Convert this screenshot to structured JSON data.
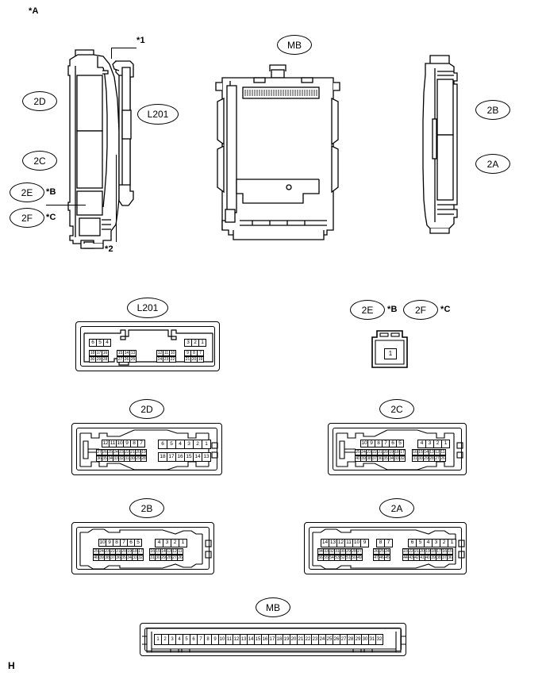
{
  "page": {
    "top_marker": "*A",
    "bottom_marker": "H"
  },
  "top_view": {
    "callouts": [
      {
        "id": "star1",
        "label": "*1"
      },
      {
        "id": "star2",
        "label": "*2"
      },
      {
        "id": "starB",
        "label": "*B"
      },
      {
        "id": "starC",
        "label": "*C"
      }
    ],
    "ovals": [
      {
        "id": "2D",
        "label": "2D"
      },
      {
        "id": "2C",
        "label": "2C"
      },
      {
        "id": "2E",
        "label": "2E"
      },
      {
        "id": "2F",
        "label": "2F"
      },
      {
        "id": "L201",
        "label": "L201"
      },
      {
        "id": "MB",
        "label": "MB"
      },
      {
        "id": "2B",
        "label": "2B"
      },
      {
        "id": "2A",
        "label": "2A"
      }
    ]
  },
  "connectors": {
    "L201": {
      "label": "L201",
      "groups": [
        {
          "name": "left-upper",
          "rows": [
            [
              "6",
              "5",
              "4"
            ]
          ]
        },
        {
          "name": "left-lower",
          "rows": [
            [
              "18",
              "17",
              "16"
            ],
            [
              "30",
              "29",
              "28"
            ]
          ]
        },
        {
          "name": "mid-left",
          "rows": [
            [
              "15",
              "14",
              "13"
            ],
            [
              "27",
              "26",
              "25"
            ]
          ]
        },
        {
          "name": "mid-right",
          "rows": [
            [
              "12",
              "11",
              "10"
            ],
            [
              "24",
              "23",
              "22"
            ]
          ]
        },
        {
          "name": "right-upper",
          "rows": [
            [
              "3",
              "2",
              "1"
            ]
          ]
        },
        {
          "name": "right-lower",
          "rows": [
            [
              "9",
              "8",
              "7"
            ],
            [
              "21",
              "20",
              "19"
            ]
          ]
        }
      ]
    },
    "2E2F": {
      "label_left": "2E",
      "label_right": "2F",
      "star_left": "*B",
      "star_right": "*C",
      "pins": [
        "1"
      ]
    },
    "2D": {
      "label": "2D",
      "left_top": [
        "12",
        "11",
        "10",
        "9",
        "8",
        "7"
      ],
      "left_mid": [
        "27",
        "26",
        "25",
        "24",
        "23",
        "22",
        "21",
        "20",
        "19"
      ],
      "left_bot": [
        "36",
        "35",
        "34",
        "33",
        "32",
        "31",
        "30",
        "29",
        "28"
      ],
      "right_top": [
        "6",
        "5",
        "4",
        "3",
        "2",
        "1"
      ],
      "right_bot": [
        "18",
        "17",
        "16",
        "15",
        "14",
        "13"
      ]
    },
    "2C": {
      "label": "2C",
      "left_top": [
        "10",
        "9",
        "8",
        "7",
        "6",
        "5"
      ],
      "left_mid": [
        "25",
        "24",
        "23",
        "22",
        "21",
        "20",
        "19",
        "18",
        "17"
      ],
      "left_bot": [
        "40",
        "39",
        "38",
        "37",
        "36",
        "35",
        "34",
        "33",
        "32"
      ],
      "right_top": [
        "4",
        "3",
        "2",
        "1"
      ],
      "right_mid": [
        "16",
        "15",
        "14",
        "13",
        "12",
        "11"
      ],
      "right_bot": [
        "31",
        "30",
        "29",
        "28",
        "27",
        "26"
      ]
    },
    "2B": {
      "label": "2B",
      "left_top": [
        "10",
        "9",
        "8",
        "7",
        "6",
        "5"
      ],
      "left_mid": [
        "25",
        "24",
        "23",
        "22",
        "21",
        "20",
        "19",
        "18",
        "17"
      ],
      "left_bot": [
        "40",
        "39",
        "38",
        "37",
        "36",
        "35",
        "34",
        "33",
        "32"
      ],
      "right_top": [
        "4",
        "3",
        "2",
        "1"
      ],
      "right_mid": [
        "16",
        "15",
        "14",
        "13",
        "12",
        "11"
      ],
      "right_bot": [
        "31",
        "30",
        "29",
        "28",
        "27",
        "26"
      ]
    },
    "2A": {
      "label": "2A",
      "g1_top": [
        "14",
        "13",
        "12",
        "11",
        "10",
        "9"
      ],
      "g1_mid": [
        "34",
        "33",
        "32",
        "31",
        "30",
        "29",
        "28",
        "27"
      ],
      "g1_bot": [
        "56",
        "55",
        "54",
        "53",
        "52",
        "51",
        "50",
        "49"
      ],
      "g2_top": [
        "8",
        "7"
      ],
      "g2_mid": [
        "26",
        "25",
        "24"
      ],
      "g2_bot": [
        "47",
        "46",
        "45"
      ],
      "g3_top": [
        "6",
        "5",
        "4",
        "3",
        "2",
        "1"
      ],
      "g3_mid": [
        "23",
        "22",
        "21",
        "20",
        "19",
        "18",
        "17",
        "16",
        "15"
      ],
      "g3_bot": [
        "44",
        "43",
        "42",
        "41",
        "40",
        "39",
        "38",
        "37",
        "36"
      ]
    },
    "MB": {
      "label": "MB",
      "pins": [
        "1",
        "2",
        "3",
        "4",
        "5",
        "6",
        "7",
        "8",
        "9",
        "10",
        "11",
        "12",
        "13",
        "14",
        "15",
        "16",
        "17",
        "18",
        "19",
        "20",
        "21",
        "22",
        "23",
        "24",
        "25",
        "26",
        "27",
        "28",
        "29",
        "30",
        "31",
        "32"
      ]
    }
  }
}
